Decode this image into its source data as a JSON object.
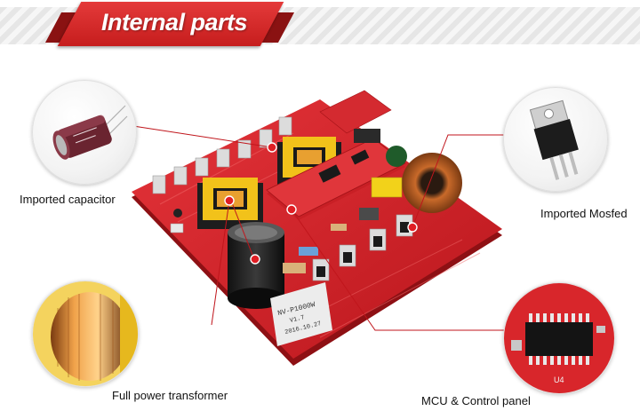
{
  "banner": {
    "title": "Internal parts"
  },
  "callouts": {
    "capacitor": {
      "label": "Imported capacitor"
    },
    "mosfet": {
      "label": "Imported Mosfed"
    },
    "transformer": {
      "label": "Full power transformer"
    },
    "mcu": {
      "label": "MCU & Control panel"
    }
  },
  "board": {
    "silkscreen_model": "NV-P1000W",
    "silkscreen_version": "V1.7",
    "silkscreen_date": "2016.10.27",
    "chip_marking": "U4"
  },
  "colors": {
    "accent": "#d42222",
    "pcb": "#d8262b",
    "connector_line": "#c0161c"
  }
}
